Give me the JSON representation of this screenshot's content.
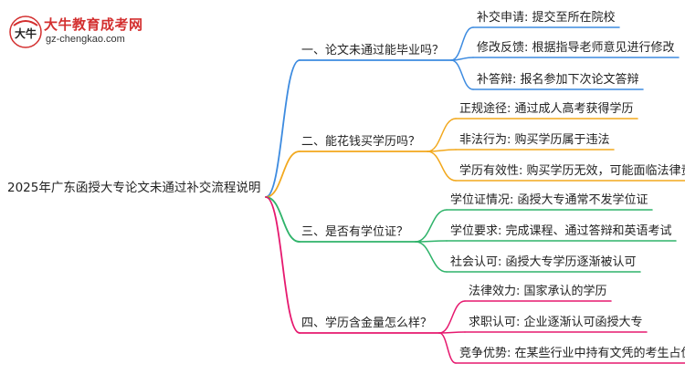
{
  "logo": {
    "title": "大牛教育成考网",
    "url": "gz-chengkao.com",
    "mark_text": "大牛"
  },
  "root": "2025年广东函授大专论文未通过补交流程说明",
  "colors": {
    "branch1": "#3d8be0",
    "branch2": "#f2a81d",
    "branch3": "#2fb36a",
    "branch4": "#e6196f"
  },
  "branches": [
    {
      "label": "一、论文未通过能毕业吗？",
      "leaves": [
        "补交申请: 提交至所在院校",
        "修改反馈: 根据指导老师意见进行修改",
        "补答辩: 报名参加下次论文答辩"
      ]
    },
    {
      "label": "二、能花钱买学历吗？",
      "leaves": [
        "正规途径: 通过成人高考获得学历",
        "非法行为: 购买学历属于违法",
        "学历有效性: 购买学历无效，可能面临法律责任"
      ]
    },
    {
      "label": "三、是否有学位证？",
      "leaves": [
        "学位证情况: 函授大专通常不发学位证",
        "学位要求: 完成课程、通过答辩和英语考试",
        "社会认可: 函授大专学历逐渐被认可"
      ]
    },
    {
      "label": "四、学历含金量怎么样？",
      "leaves": [
        "法律效力: 国家承认的学历",
        "求职认可: 企业逐渐认可函授大专",
        "竞争优势: 在某些行业中持有文凭的考生占优势"
      ]
    }
  ]
}
